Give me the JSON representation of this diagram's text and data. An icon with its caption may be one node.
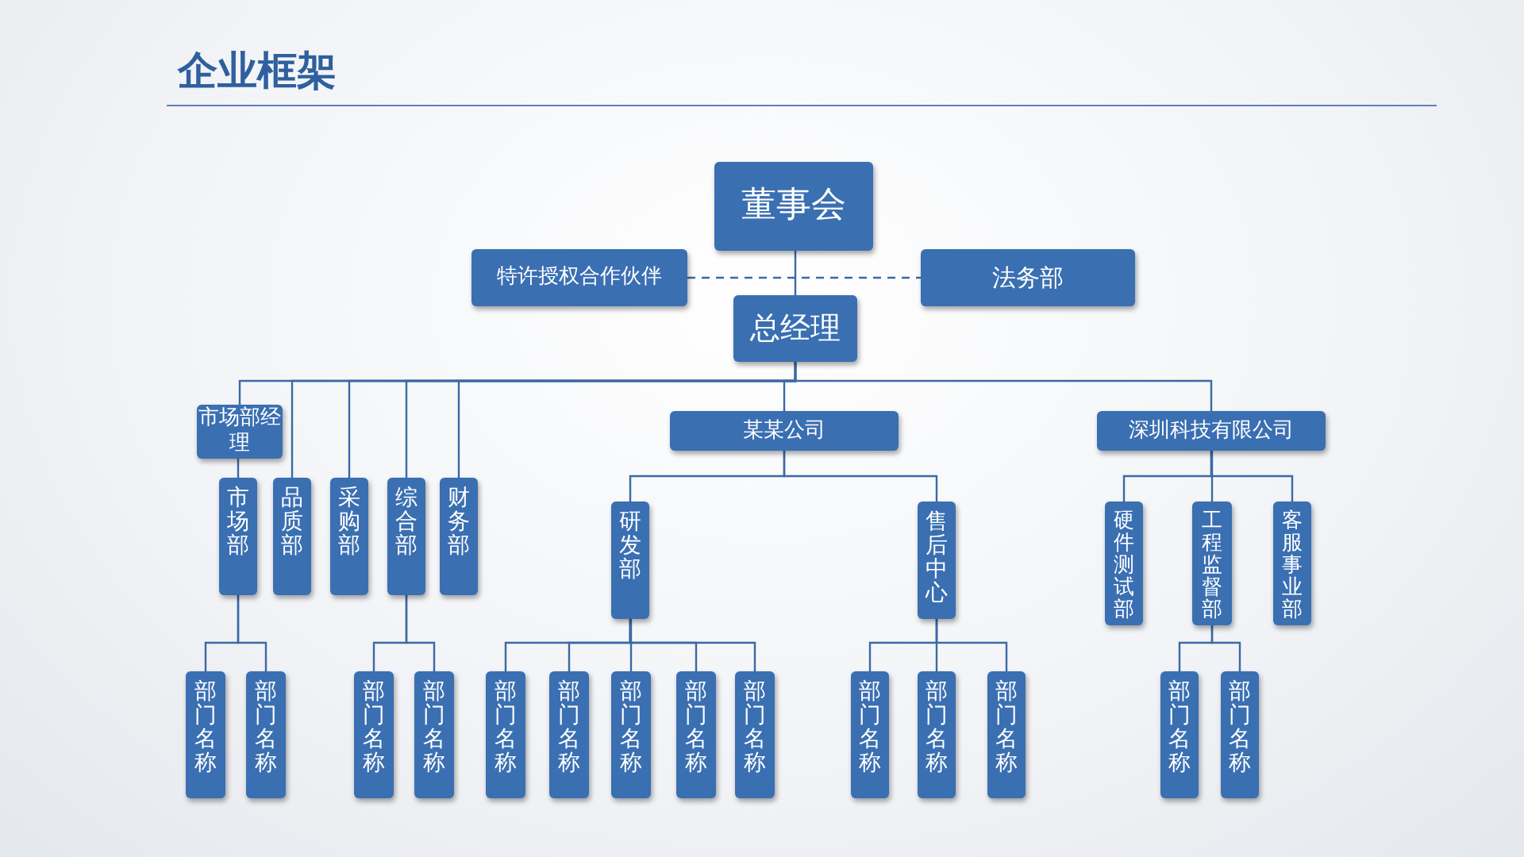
{
  "diagram": {
    "title": "企业框架",
    "nodes": [
      {
        "text": [
          "董事会"
        ]
      },
      {
        "text": [
          "特许授权合作伙伴"
        ]
      },
      {
        "text": [
          "法务部"
        ]
      },
      {
        "text": [
          "总经理"
        ]
      },
      {
        "text": [
          "市场部经理"
        ]
      },
      {
        "text": [
          "某某公司"
        ]
      },
      {
        "text": [
          "深圳科技有限公司"
        ]
      },
      {
        "text": [
          "市场部"
        ]
      },
      {
        "text": [
          "品质部"
        ]
      },
      {
        "text": [
          "采购部"
        ]
      },
      {
        "text": [
          "综合部"
        ]
      },
      {
        "text": [
          "财务部"
        ]
      },
      {
        "text": [
          "研发部"
        ]
      },
      {
        "text": [
          "售后中心"
        ]
      },
      {
        "text": [
          "硬件测试部"
        ]
      },
      {
        "text": [
          "工程监督部"
        ]
      },
      {
        "text": [
          "客服事业部"
        ]
      },
      {
        "text": [
          "部门名称"
        ]
      },
      {
        "text": [
          "部门名称"
        ]
      },
      {
        "text": [
          "部门名称"
        ]
      },
      {
        "text": [
          "部门名称"
        ]
      },
      {
        "text": [
          "部门名称"
        ]
      },
      {
        "text": [
          "部门名称"
        ]
      },
      {
        "text": [
          "部门名称"
        ]
      },
      {
        "text": [
          "部门名称"
        ]
      },
      {
        "text": [
          "部门名称"
        ]
      },
      {
        "text": [
          "部门名称"
        ]
      },
      {
        "text": [
          "部门名称"
        ]
      },
      {
        "text": [
          "部门名称"
        ]
      },
      {
        "text": [
          "部门名称"
        ]
      },
      {
        "text": [
          "部门名称"
        ]
      }
    ],
    "edges": [
      {
        "from": 0,
        "to": 3,
        "arrow": "none"
      },
      {
        "from": 1,
        "to": 2,
        "arrow": "none",
        "style": "dashed"
      },
      {
        "from": 3,
        "to": 4,
        "arrow": "none"
      },
      {
        "from": 3,
        "to": 8,
        "arrow": "none"
      },
      {
        "from": 3,
        "to": 9,
        "arrow": "none"
      },
      {
        "from": 3,
        "to": 10,
        "arrow": "none"
      },
      {
        "from": 3,
        "to": 11,
        "arrow": "none"
      },
      {
        "from": 3,
        "to": 5,
        "arrow": "none"
      },
      {
        "from": 3,
        "to": 6,
        "arrow": "none"
      },
      {
        "from": 4,
        "to": 7,
        "arrow": "none"
      },
      {
        "from": 5,
        "to": 12,
        "arrow": "none"
      },
      {
        "from": 5,
        "to": 13,
        "arrow": "none"
      },
      {
        "from": 6,
        "to": 14,
        "arrow": "none"
      },
      {
        "from": 6,
        "to": 15,
        "arrow": "none"
      },
      {
        "from": 6,
        "to": 16,
        "arrow": "none"
      },
      {
        "from": 7,
        "to": 17,
        "arrow": "none"
      },
      {
        "from": 7,
        "to": 18,
        "arrow": "none"
      },
      {
        "from": 10,
        "to": 19,
        "arrow": "none"
      },
      {
        "from": 10,
        "to": 20,
        "arrow": "none"
      },
      {
        "from": 12,
        "to": 21,
        "arrow": "none"
      },
      {
        "from": 12,
        "to": 22,
        "arrow": "none"
      },
      {
        "from": 12,
        "to": 23,
        "arrow": "none"
      },
      {
        "from": 12,
        "to": 24,
        "arrow": "none"
      },
      {
        "from": 12,
        "to": 25,
        "arrow": "none"
      },
      {
        "from": 13,
        "to": 26,
        "arrow": "none"
      },
      {
        "from": 13,
        "to": 27,
        "arrow": "none"
      },
      {
        "from": 13,
        "to": 28,
        "arrow": "none"
      },
      {
        "from": 15,
        "to": 29,
        "arrow": "none"
      },
      {
        "from": 15,
        "to": 30,
        "arrow": "none"
      }
    ]
  }
}
